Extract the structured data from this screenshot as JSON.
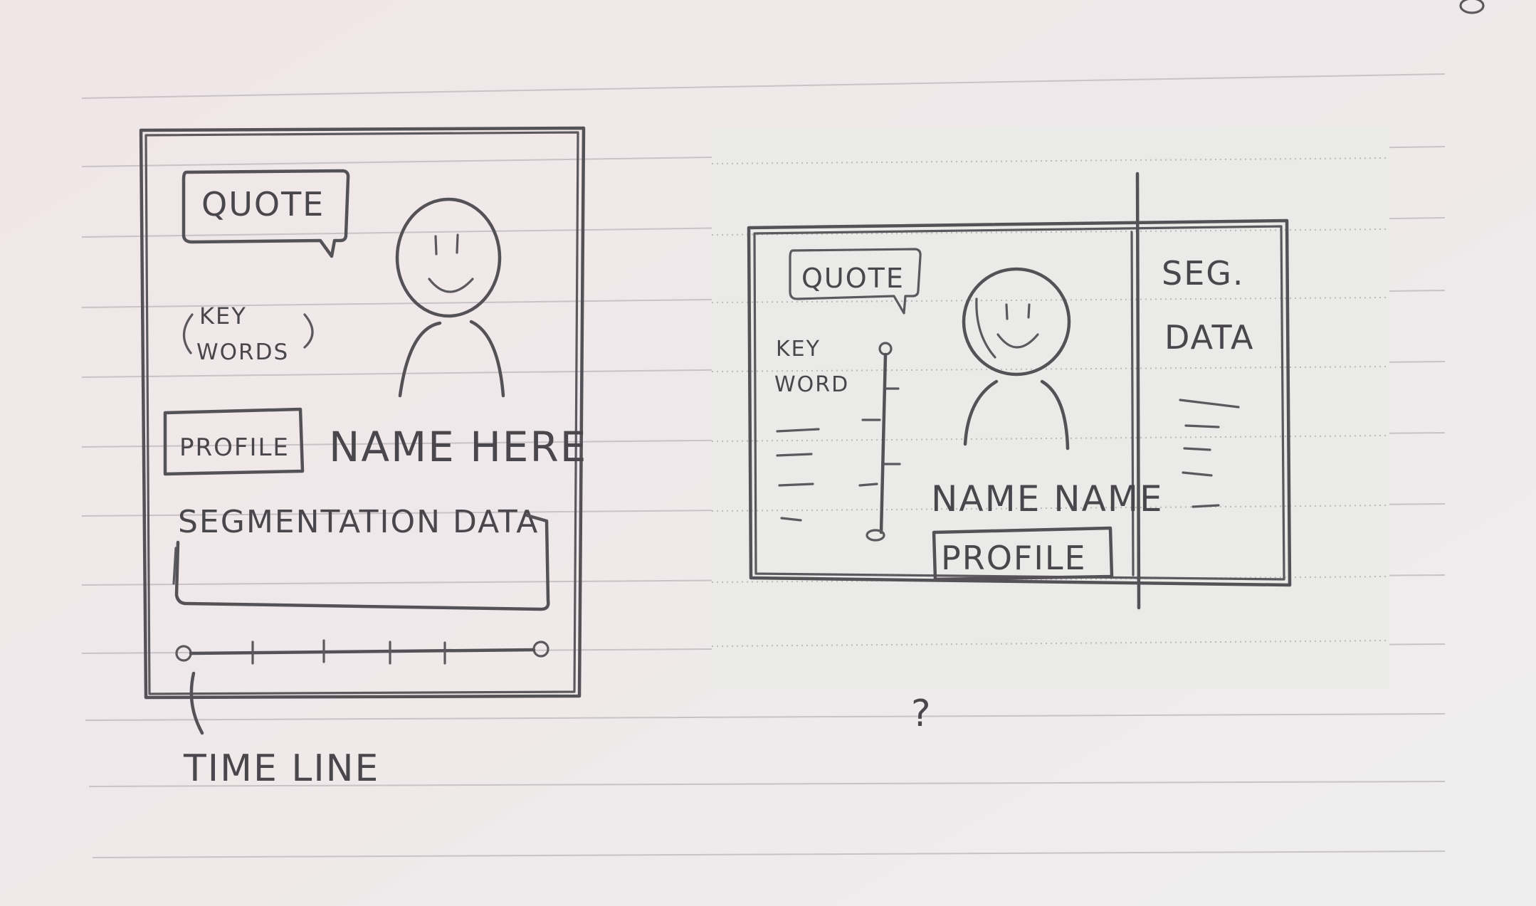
{
  "sketch_left": {
    "quote": "QUOTE",
    "keywords_line1": "KEY",
    "keywords_line2": "WORDS",
    "profile": "PROFILE",
    "name": "NAME HERE",
    "segmentation": "SEGMENTATION DATA",
    "timeline": "TIME LINE"
  },
  "sketch_right": {
    "quote": "QUOTE",
    "keyword_line1": "KEY",
    "keyword_line2": "WORD",
    "name": "NAME NAME",
    "profile": "PROFILE",
    "seg_line1": "SEG.",
    "seg_line2": "DATA"
  },
  "marks": {
    "question": "?"
  }
}
